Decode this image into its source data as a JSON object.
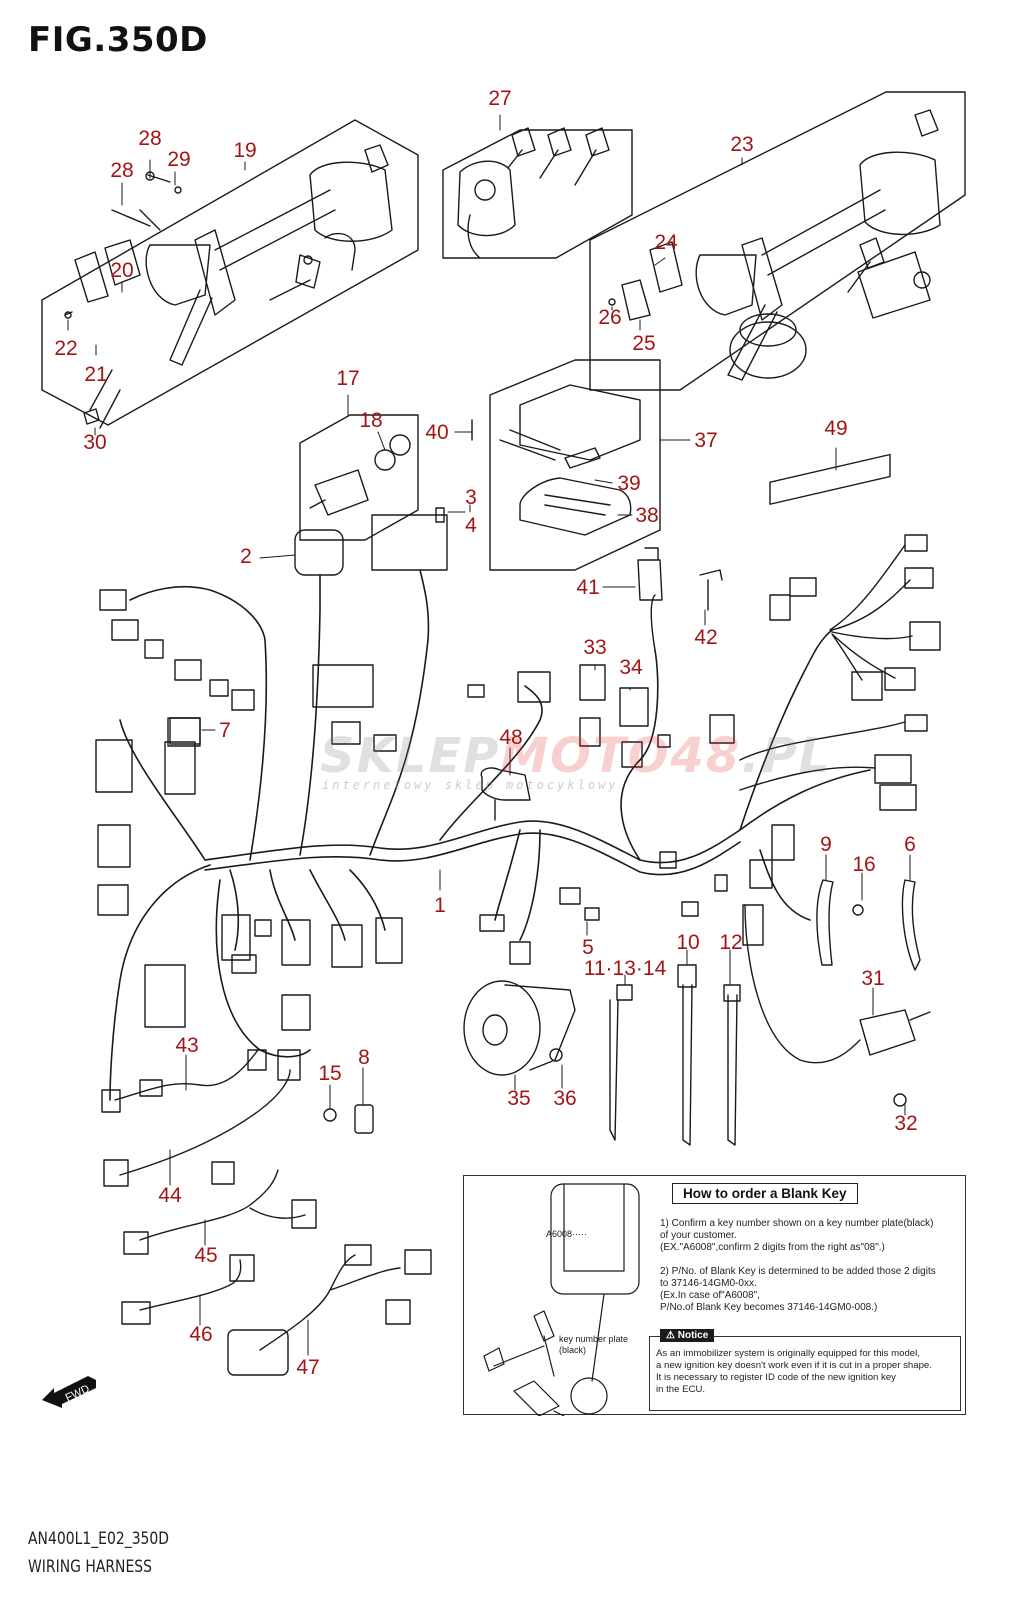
{
  "figure": {
    "title": "FIG.350D",
    "code": "AN400L1_E02_350D",
    "name": "WIRING HARNESS"
  },
  "colors": {
    "callout": "#a31515",
    "line_art": "#1a1a1a"
  },
  "watermark": {
    "text_a": "SKLEP",
    "text_b": "MOTO48",
    "text_c": ".PL",
    "subtitle": "internetowy sklep motocyklowy"
  },
  "callouts": [
    {
      "id": "c27",
      "text": "27"
    },
    {
      "id": "c28a",
      "text": "28"
    },
    {
      "id": "c28b",
      "text": "28"
    },
    {
      "id": "c29",
      "text": "29"
    },
    {
      "id": "c19",
      "text": "19"
    },
    {
      "id": "c23",
      "text": "23"
    },
    {
      "id": "c20",
      "text": "20"
    },
    {
      "id": "c22",
      "text": "22"
    },
    {
      "id": "c21",
      "text": "21"
    },
    {
      "id": "c24",
      "text": "24"
    },
    {
      "id": "c26",
      "text": "26"
    },
    {
      "id": "c25",
      "text": "25"
    },
    {
      "id": "c30",
      "text": "30"
    },
    {
      "id": "c17",
      "text": "17"
    },
    {
      "id": "c18",
      "text": "18"
    },
    {
      "id": "c40",
      "text": "40"
    },
    {
      "id": "c37",
      "text": "37"
    },
    {
      "id": "c39",
      "text": "39"
    },
    {
      "id": "c3",
      "text": "3"
    },
    {
      "id": "c4",
      "text": "4"
    },
    {
      "id": "c38",
      "text": "38"
    },
    {
      "id": "c49",
      "text": "49"
    },
    {
      "id": "c2",
      "text": "2"
    },
    {
      "id": "c41",
      "text": "41"
    },
    {
      "id": "c42",
      "text": "42"
    },
    {
      "id": "c33",
      "text": "33"
    },
    {
      "id": "c34",
      "text": "34"
    },
    {
      "id": "c7",
      "text": "7"
    },
    {
      "id": "c48",
      "text": "48"
    },
    {
      "id": "c1",
      "text": "1"
    },
    {
      "id": "c9",
      "text": "9"
    },
    {
      "id": "c16",
      "text": "16"
    },
    {
      "id": "c6",
      "text": "6"
    },
    {
      "id": "c5",
      "text": "5"
    },
    {
      "id": "c10",
      "text": "10"
    },
    {
      "id": "c12",
      "text": "12"
    },
    {
      "id": "c11_13_14",
      "text": "11·13·14"
    },
    {
      "id": "c31",
      "text": "31"
    },
    {
      "id": "c43",
      "text": "43"
    },
    {
      "id": "c15",
      "text": "15"
    },
    {
      "id": "c8",
      "text": "8"
    },
    {
      "id": "c35",
      "text": "35"
    },
    {
      "id": "c36",
      "text": "36"
    },
    {
      "id": "c32",
      "text": "32"
    },
    {
      "id": "c44",
      "text": "44"
    },
    {
      "id": "c45",
      "text": "45"
    },
    {
      "id": "c46",
      "text": "46"
    },
    {
      "id": "c47",
      "text": "47"
    }
  ],
  "blank_key_box": {
    "title": "How to order a Blank Key",
    "plate_code": "A6008·····",
    "plate_label": "key number plate\n(black)",
    "step1": "1) Confirm a key number shown on a key number plate(black)\n of your customer.\n(EX.\"A6008\",confirm 2 digits from the right as\"08\".)",
    "step2": "2) P/No. of Blank Key is determined to be added those 2 digits\n to 37146-14GM0-0xx.\n(Ex.In case of\"A6008\",\nP/No.of Blank Key becomes 37146-14GM0-008.)",
    "notice_label": "⚠ Notice",
    "notice_text": "As an immobilizer system is originally equipped for this model,\na new ignition key doesn't work even if it is cut in a proper shape.\nIt is necessary to register ID code of the new ignition key\nin the ECU."
  },
  "fwd_label": "FWD"
}
